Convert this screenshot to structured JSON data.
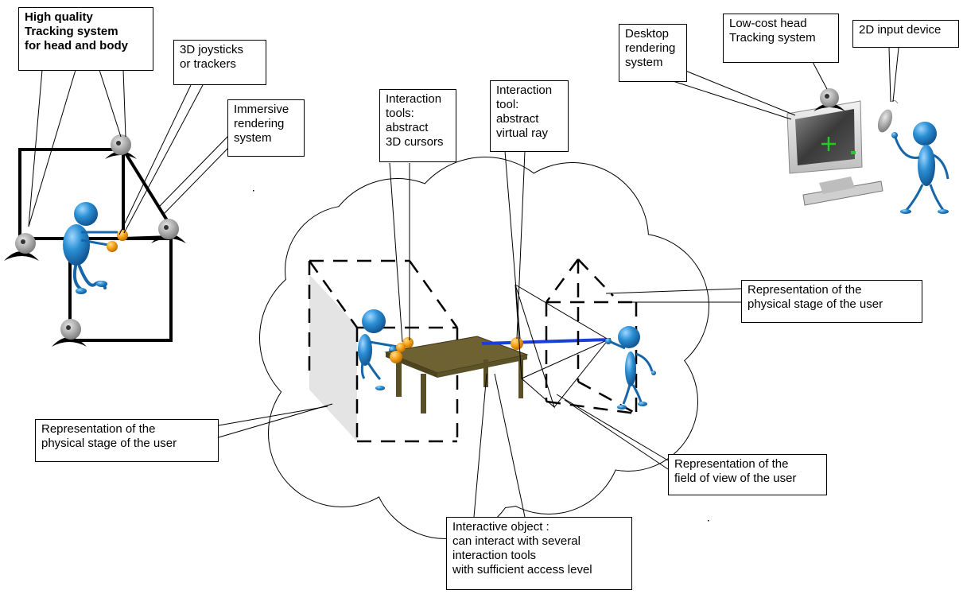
{
  "labels": {
    "tracking_system": [
      "High quality",
      "Tracking system",
      "for head and body"
    ],
    "joysticks": [
      "3D joysticks",
      "or trackers"
    ],
    "immersive": [
      "Immersive",
      "rendering",
      "system"
    ],
    "tools_cursors": [
      "Interaction",
      "tools:",
      "abstract",
      "3D cursors"
    ],
    "tool_ray": [
      "Interaction",
      "tool:",
      "abstract",
      "virtual ray"
    ],
    "desktop": [
      "Desktop",
      "rendering",
      "system"
    ],
    "lowcost": [
      "Low-cost head",
      "Tracking system"
    ],
    "input2d": [
      "2D input device"
    ],
    "stage_right": [
      "Representation of the",
      "physical stage of the user"
    ],
    "stage_left": [
      "Representation of the",
      "physical stage of the user"
    ],
    "fov": [
      "Representation of the",
      "field of view of the user"
    ],
    "interactive": [
      "Interactive object :",
      "can interact with several",
      "interaction tools",
      "with sufficient access level"
    ]
  },
  "colors": {
    "avatar": "#2a8fd4",
    "avatar_dark": "#1666a8",
    "cursor": "#f5a11a",
    "ray": "#1a3fd8",
    "table": "#6e6232",
    "table_dark": "#4d4420",
    "screen_green": "#22cc22",
    "stage_panel": "#e4e4e4"
  }
}
